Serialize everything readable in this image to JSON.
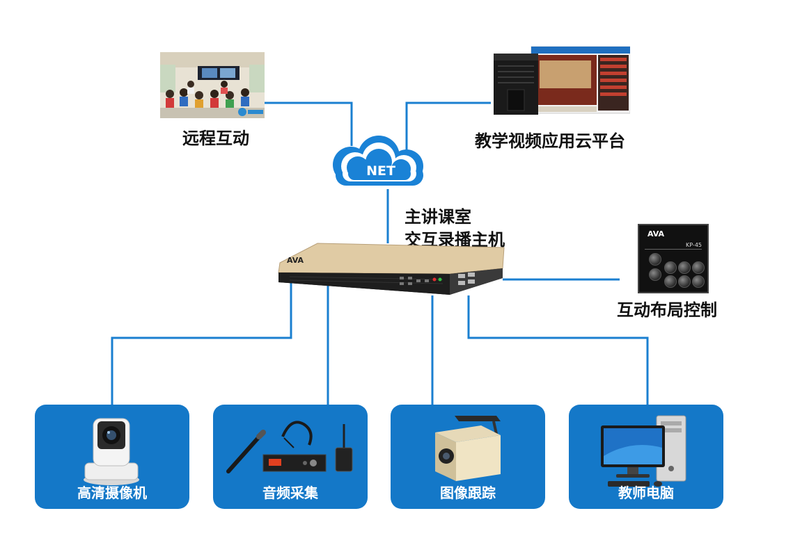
{
  "cloud": {
    "text": "NET"
  },
  "top_left": {
    "label": "远程互动"
  },
  "top_right": {
    "label": "教学视频应用云平台"
  },
  "host": {
    "line1": "主讲课室",
    "line2": "交互录播主机"
  },
  "control_panel": {
    "label": "互动布局控制",
    "model": "KP-45"
  },
  "cards": [
    {
      "label": "高清摄像机",
      "icon": "ptz-camera-icon"
    },
    {
      "label": "音频采集",
      "icon": "microphone-receiver-icon"
    },
    {
      "label": "图像跟踪",
      "icon": "tracking-camera-icon"
    },
    {
      "label": "教师电脑",
      "icon": "desktop-computer-icon"
    }
  ],
  "colors": {
    "wire": "#1a7fd0",
    "card": "#1478c8",
    "cloud": "#1a82d6",
    "host": "#d9c29a"
  }
}
